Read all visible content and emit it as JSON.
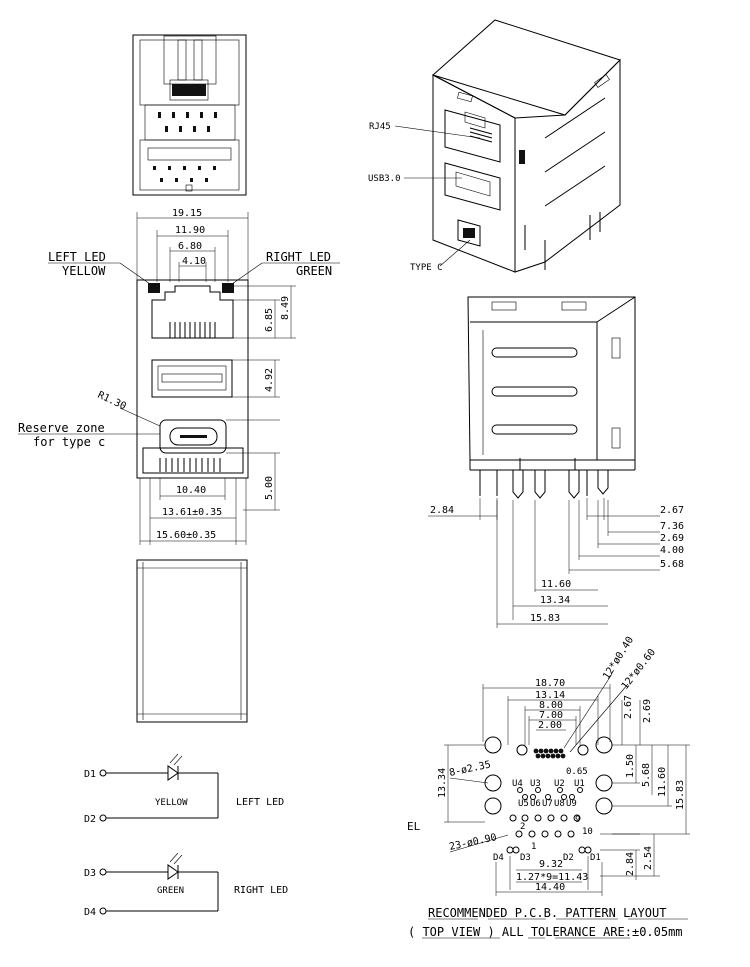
{
  "front_view": {
    "width_total": "19.15",
    "width_11": "11.90",
    "width_6": "6.80",
    "width_4": "4.10",
    "left_led_1": "LEFT LED",
    "left_led_2": "YELLOW",
    "right_led_1": "RIGHT LED",
    "right_led_2": "GREEN",
    "h_685": "6.85",
    "h_849": "8.49",
    "h_492": "4.92",
    "radius": "R1.30",
    "reserve_1": "Reserve zone",
    "reserve_2": "for type c",
    "w_1040": "10.40",
    "w_1361": "13.61±0.35",
    "w_1560": "15.60±0.35",
    "h_500": "5.00"
  },
  "iso_view": {
    "rj45": "RJ45",
    "usb": "USB3.0",
    "typec": "TYPE C"
  },
  "side_view": {
    "d_284": "2.84",
    "d_267": "2.67",
    "d_736": "7.36",
    "d_269": "2.69",
    "d_400": "4.00",
    "d_568": "5.68",
    "d_1160": "11.60",
    "d_1334": "13.34",
    "d_1583": "15.83"
  },
  "schematic": {
    "d1": "D1",
    "d2": "D2",
    "d3": "D3",
    "d4": "D4",
    "yellow": "YELLOW",
    "green": "GREEN",
    "left_led": "LEFT LED",
    "right_led": "RIGHT LED"
  },
  "pcb": {
    "w_1870": "18.70",
    "w_1314": "13.14",
    "w_800": "8.00",
    "w_700": "7.00",
    "w_200": "2.00",
    "hole_040": "12*ø0.40",
    "hole_060": "12*ø0.60",
    "d_267": "2.67",
    "d_269": "2.69",
    "d_065": "0.65",
    "hole_235": "8-ø2.35",
    "d_150": "1.50",
    "d_568": "5.68",
    "d_1160": "11.60",
    "d_1583": "15.83",
    "d_1334": "13.34",
    "hole_090": "23-ø0.90",
    "d_932": "9.32",
    "d_pitch": "1.27*9=11.43",
    "d_1440": "14.40",
    "d_284": "2.84",
    "d_254": "2.54",
    "el": "EL",
    "u1": "U1",
    "u2": "U2",
    "u3": "U3",
    "u4": "U4",
    "u5": "U5",
    "u6": "U6",
    "u7": "U7",
    "u8": "U8",
    "u9": "U9",
    "p1": "1",
    "p2": "2",
    "p9": "9",
    "p10": "10",
    "pd1": "D1",
    "pd2": "D2",
    "pd3": "D3",
    "pd4": "D4",
    "caption_1": "RECOMMENDED P.C.B. PATTERN LAYOUT",
    "caption_2": "( TOP VIEW ) ALL TOLERANCE ARE:±0.05mm"
  }
}
